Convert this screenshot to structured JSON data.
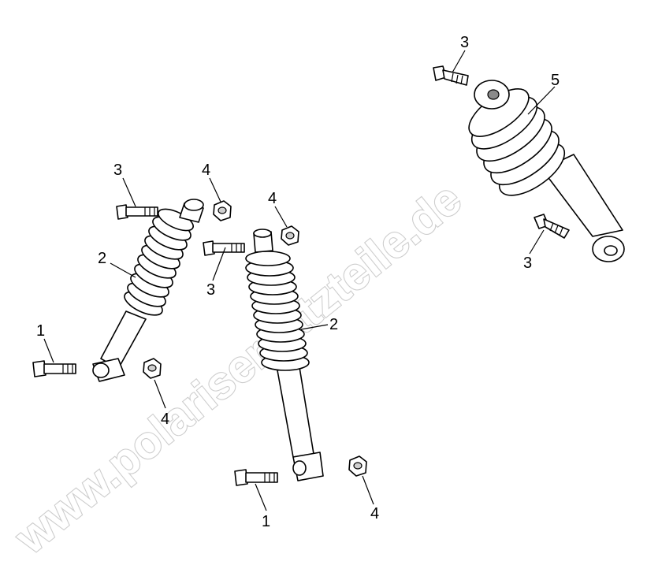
{
  "diagram": {
    "callouts": [
      {
        "id": "c1",
        "text": "3"
      },
      {
        "id": "c2",
        "text": "5"
      },
      {
        "id": "c3",
        "text": "3"
      },
      {
        "id": "c4",
        "text": "3"
      },
      {
        "id": "c5",
        "text": "4"
      },
      {
        "id": "c6",
        "text": "4"
      },
      {
        "id": "c7",
        "text": "2"
      },
      {
        "id": "c8",
        "text": "3"
      },
      {
        "id": "c9",
        "text": "2"
      },
      {
        "id": "c10",
        "text": "1"
      },
      {
        "id": "c11",
        "text": "4"
      },
      {
        "id": "c12",
        "text": "1"
      },
      {
        "id": "c13",
        "text": "4"
      }
    ]
  },
  "watermark": {
    "text": "www.polarisersatzteile.de"
  }
}
